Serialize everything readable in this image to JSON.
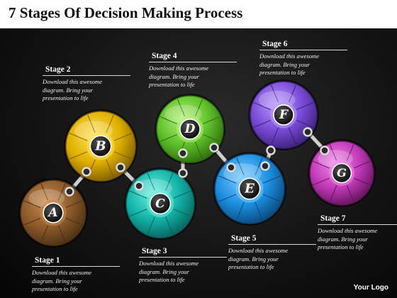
{
  "title": "7 Stages Of Decision Making Process",
  "stages": [
    {
      "label": "Stage 1",
      "letter": "A",
      "description": [
        "Download this awesome",
        "diagram. Bring your",
        "presentation to life"
      ],
      "color": "#8B5A2B",
      "light": "#C98A50",
      "dark": "#4A2E12"
    },
    {
      "label": "Stage 2",
      "letter": "B",
      "description": [
        "Download this awesome",
        "diagram. Bring your",
        "presentation to life"
      ],
      "color": "#E0B000",
      "light": "#FFE25A",
      "dark": "#7A5A00"
    },
    {
      "label": "Stage 3",
      "letter": "C",
      "description": [
        "Download this awesome",
        "diagram. Bring your",
        "presentation to life"
      ],
      "color": "#13B3A8",
      "light": "#6FF0E0",
      "dark": "#07615A"
    },
    {
      "label": "Stage 4",
      "letter": "D",
      "description": [
        "Download this awesome",
        "diagram. Bring your",
        "presentation to life"
      ],
      "color": "#5FC12A",
      "light": "#B6F27A",
      "dark": "#2C6A0C"
    },
    {
      "label": "Stage 5",
      "letter": "E",
      "description": [
        "Download this awesome",
        "diagram. Bring your",
        "presentation to life"
      ],
      "color": "#1C8FE0",
      "light": "#7CCBFF",
      "dark": "#0A4578"
    },
    {
      "label": "Stage 6",
      "letter": "F",
      "description": [
        "Download this awesome",
        "diagram. Bring your",
        "presentation to life"
      ],
      "color": "#7A4BD6",
      "light": "#B99BFF",
      "dark": "#3A1F78"
    },
    {
      "label": "Stage 7",
      "letter": "G",
      "description": [
        "Download this awesome",
        "diagram. Bring your",
        "presentation to life"
      ],
      "color": "#C23AB8",
      "light": "#F08BE8",
      "dark": "#5E1258"
    }
  ],
  "footer": {
    "logo_text": "Your Logo"
  }
}
